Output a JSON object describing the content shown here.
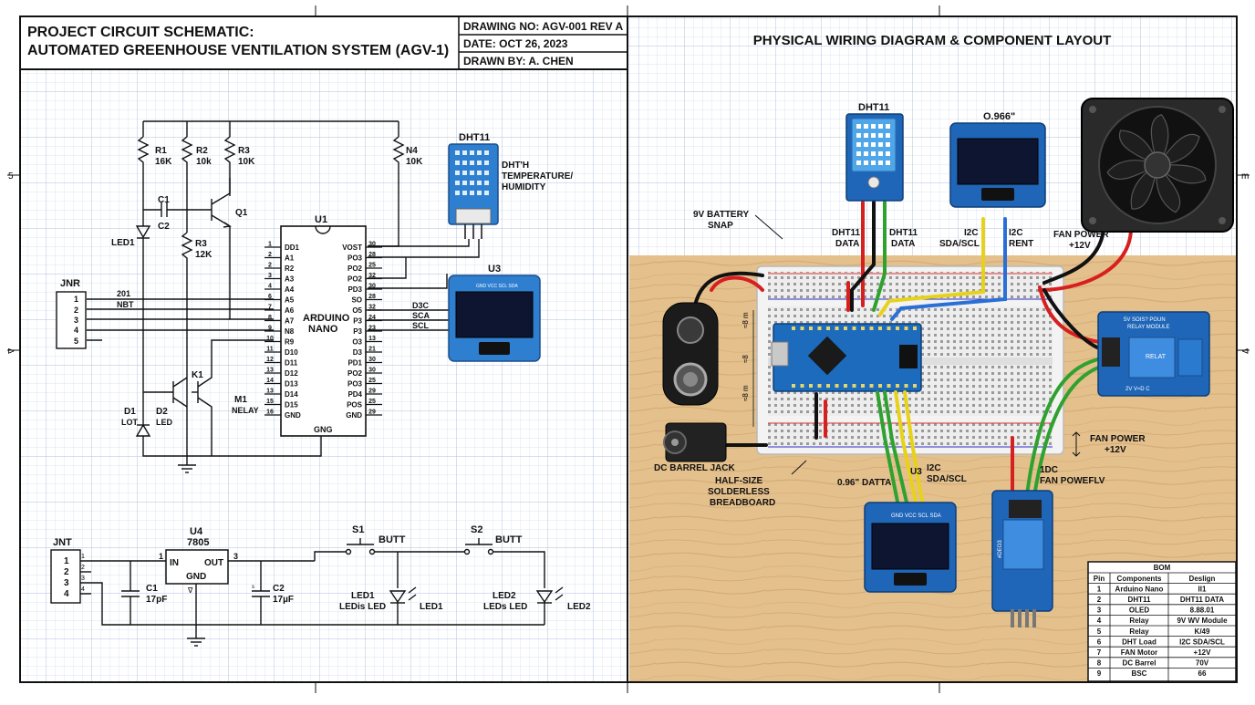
{
  "title_block": {
    "title_line1": "PROJECT CIRCUIT SCHEMATIC:",
    "title_line2": "AUTOMATED GREENHOUSE VENTILATION SYSTEM (AGV-1)",
    "drawing_no": "DRAWING NO: AGV-001  REV A",
    "date": "DATE: OCT 26, 2023",
    "drawn_by": "DRAWN BY: A. CHEN"
  },
  "margin_marks": {
    "left_top": "5",
    "left_mid": "⊳",
    "right_top": "m",
    "right_mid": "⊲"
  },
  "schematic": {
    "resistors": [
      {
        "ref": "R1",
        "value": "16K"
      },
      {
        "ref": "R2",
        "value": "10k"
      },
      {
        "ref": "R3",
        "value": "10K"
      },
      {
        "ref": "N4",
        "value": "10K"
      },
      {
        "ref": "R3",
        "value": "12K"
      }
    ],
    "c1": "C1",
    "c2": "C2",
    "q1": "Q1",
    "led1": "LED1",
    "k1": "K1",
    "d1": "D1",
    "d1_sub": "LOT",
    "d2": "D2",
    "d2_sub": "LED",
    "m1": "M1",
    "m1_sub": "NELAY",
    "jnr": {
      "label": "JNR",
      "pins": [
        "1",
        "2",
        "3",
        "4",
        "5"
      ],
      "nets": [
        "201",
        "NBT"
      ]
    },
    "u1": {
      "ref": "U1",
      "name_line1": "ARDUINO",
      "name_line2": "NANO",
      "gnd": "GNG",
      "left_pins": [
        {
          "num": "1",
          "name": "DD1"
        },
        {
          "num": "2",
          "name": "A1"
        },
        {
          "num": "2",
          "name": "R2"
        },
        {
          "num": "3",
          "name": "A3"
        },
        {
          "num": "4",
          "name": "A4"
        },
        {
          "num": "6",
          "name": "A5"
        },
        {
          "num": "7",
          "name": "A6"
        },
        {
          "num": "8",
          "name": "A7"
        },
        {
          "num": "9",
          "name": "N8"
        },
        {
          "num": "10",
          "name": "R9"
        },
        {
          "num": "11",
          "name": "D10"
        },
        {
          "num": "12",
          "name": "D11"
        },
        {
          "num": "13",
          "name": "D12"
        },
        {
          "num": "14",
          "name": "D13"
        },
        {
          "num": "13",
          "name": "D14"
        },
        {
          "num": "15",
          "name": "D15"
        },
        {
          "num": "16",
          "name": "GND"
        }
      ],
      "right_pins": [
        {
          "num": "30",
          "name": "VOST"
        },
        {
          "num": "28",
          "name": "PO3"
        },
        {
          "num": "25",
          "name": "PO2"
        },
        {
          "num": "32",
          "name": "PO2"
        },
        {
          "num": "30",
          "name": "PD3"
        },
        {
          "num": "28",
          "name": "SO"
        },
        {
          "num": "32",
          "name": "O5"
        },
        {
          "num": "24",
          "name": "P3"
        },
        {
          "num": "23",
          "name": "P3"
        },
        {
          "num": "13",
          "name": "O3"
        },
        {
          "num": "21",
          "name": "D3"
        },
        {
          "num": "30",
          "name": "PD1"
        },
        {
          "num": "30",
          "name": "PO2"
        },
        {
          "num": "25",
          "name": "PO3"
        },
        {
          "num": "29",
          "name": "PD4"
        },
        {
          "num": "25",
          "name": "POS"
        },
        {
          "num": "29",
          "name": "GND"
        }
      ]
    },
    "dht": {
      "label": "DHT11",
      "desc_line1": "DHT'H",
      "desc_line2": "TEMPERATURE/",
      "desc_line3": "HUMIDITY"
    },
    "u3": {
      "label": "U3",
      "pin_text": "GND VCC SCL SDA"
    },
    "bus_labels": [
      "D3C",
      "SCA",
      "SCL"
    ],
    "jnt": {
      "label": "JNT",
      "pins": [
        "1",
        "2",
        "3",
        "4"
      ],
      "small": [
        "1",
        "2",
        "3",
        "4"
      ]
    },
    "u4": {
      "ref": "U4",
      "part": "7805",
      "in": "IN",
      "out": "OUT",
      "gnd": "GND",
      "pin1": "1",
      "pin3": "3",
      "pin_gnd": "∇"
    },
    "c1b": {
      "ref": "C1",
      "value": "17pF"
    },
    "c2b": {
      "ref": "C2",
      "value": "17µF",
      "mark": "s"
    },
    "s1": {
      "ref": "S1",
      "label": "BUTT"
    },
    "s2": {
      "ref": "S2",
      "label": "BUTT"
    },
    "led1b": {
      "ref": "LED1",
      "sub": "LEDis LED",
      "side": "LED1"
    },
    "led2b": {
      "ref": "LED2",
      "sub": "LEDs LED",
      "side": "LED2"
    }
  },
  "physical": {
    "title": "PHYSICAL WIRING DIAGRAM & COMPONENT LAYOUT",
    "dht_label": "DHT11",
    "oled_top_label": "O.966\"",
    "battery_label_line1": "9V BATTERY",
    "battery_label_line2": "SNAP",
    "wire_labels": {
      "dht_data1_line1": "DHT11",
      "dht_data1_line2": "DATA",
      "dht_data2_line1": "DHT11",
      "dht_data2_line2": "DATA",
      "i2c_line1": "I2C",
      "i2c_line2": "SDA/SCL",
      "i2c_rent_line1": "I2C",
      "i2c_rent_line2": "RENT",
      "fan_power_line1": "FAN POWER",
      "fan_power_line2": "+12V"
    },
    "relay_top": {
      "line1": "5V SOIS? PGUN",
      "line2": "RELAY MODULE",
      "relat": "RELAT",
      "bottom": "2V V≈D C"
    },
    "fan_power2_line1": "FAN POWER",
    "fan_power2_line2": "+12V",
    "dc_jack_label": "DC BARREL JACK",
    "breadboard_label_line1": "HALF-SIZE",
    "breadboard_label_line2": "SOLDERLESS",
    "breadboard_label_line3": "BREADBOARD",
    "u3_label_line1": "U3",
    "u3_label_line2": "0.96\" DATTA",
    "i2c_bottom_line1": "I2C",
    "i2c_bottom_line2": "SDA/SCL",
    "fan_bottom_line1": "1DC",
    "fan_bottom_line2": "FAN POWEFLV",
    "oled_bottom_pins": "GND VCC SCL SDA",
    "relay_bottom_text": "#DEO3",
    "dim_marks": [
      "≈8 m",
      "≈8",
      "≈8 m"
    ]
  },
  "bom": {
    "title": "BOM",
    "headers": [
      "Pin",
      "Components",
      "Deslign"
    ],
    "rows": [
      [
        "1",
        "Arduino Nano",
        "II1"
      ],
      [
        "2",
        "DHT11",
        "DHT11 DATA"
      ],
      [
        "3",
        "OLED",
        "8.88.01"
      ],
      [
        "4",
        "Relay",
        "9V WV Module"
      ],
      [
        "5",
        "Relay",
        "K/49"
      ],
      [
        "6",
        "DHT Load",
        "I2C SDA/SCL"
      ],
      [
        "7",
        "FAN Motor",
        "+12V"
      ],
      [
        "8",
        "DC Barrel",
        "70V"
      ],
      [
        "9",
        "BSC",
        "66"
      ]
    ]
  },
  "colors": {
    "grid": "#c9d6ec",
    "ink": "#111111",
    "wood": "#e3bf8c",
    "pcb_blue": "#1f66b8",
    "wire_red": "#d62020",
    "wire_green": "#2fa12f",
    "wire_yellow": "#e7d21a",
    "wire_blue": "#2a6fd6"
  }
}
